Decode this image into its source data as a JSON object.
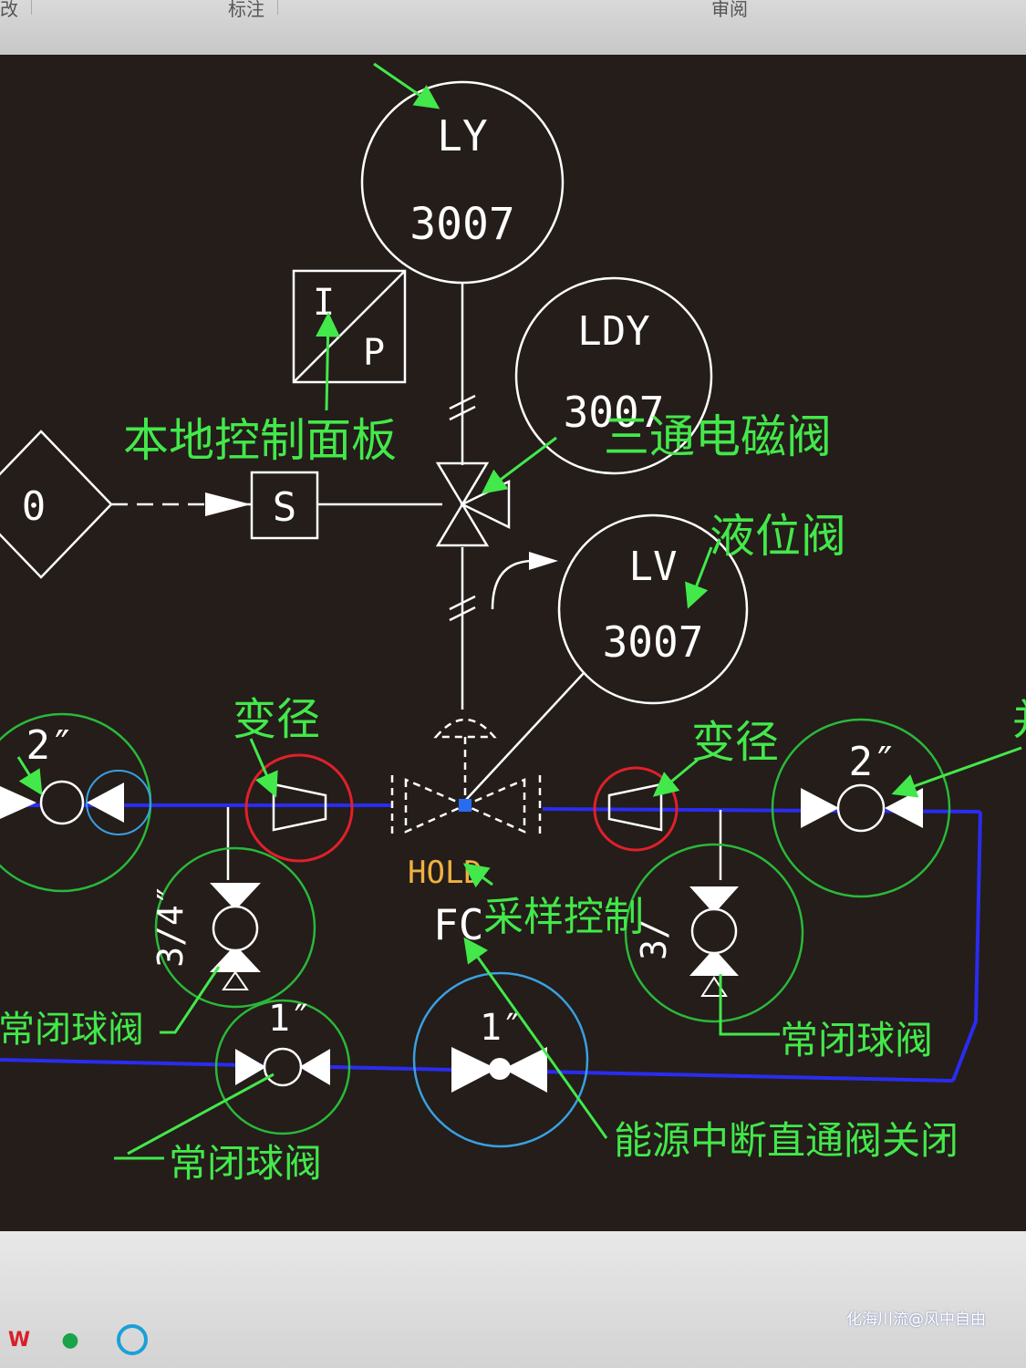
{
  "colors": {
    "background": "#241d1a",
    "instrument": "#ffffff",
    "annotation": "#43e84a",
    "pipe": "#2a2cf0",
    "reducer_ring": "#e0202a",
    "valve_ring_green": "#2ab83a",
    "valve_ring_blue": "#3aa0e0",
    "hold_tag": "#f0b040"
  },
  "toolbar": {
    "tab_partial_1": "改",
    "tab_partial_2": "标注",
    "tab_partial_3": "审阅"
  },
  "instruments": {
    "ly": {
      "code": "LY",
      "number": "3007"
    },
    "ldy": {
      "code": "LDY",
      "number": "3007"
    },
    "lv": {
      "code": "LV",
      "number": "3007"
    },
    "ip": {
      "top": "I",
      "bottom": "P"
    },
    "solenoid": "S",
    "diamond": "0",
    "hold": "HOLD",
    "fc": "FC"
  },
  "sizes": {
    "size_2in": "2″",
    "size_3_4in": "3/4″",
    "size_3in": "3/",
    "size_1in": "1″"
  },
  "annotations": {
    "local_panel": "本地控制面板",
    "three_way_solenoid": "三通电磁阀",
    "level_valve": "液位阀",
    "reducer_left": "变径",
    "reducer_right": "变径",
    "sampling_control": "采样控制",
    "nc_ball_valve_left": "常闭球阀",
    "nc_ball_valve_right": "常闭球阀",
    "nc_ball_valve_bottom": "常闭球阀",
    "power_fail_close": "能源中断直通阀关闭",
    "edge_partial": "并"
  },
  "watermark": "化海川流@风中自由"
}
